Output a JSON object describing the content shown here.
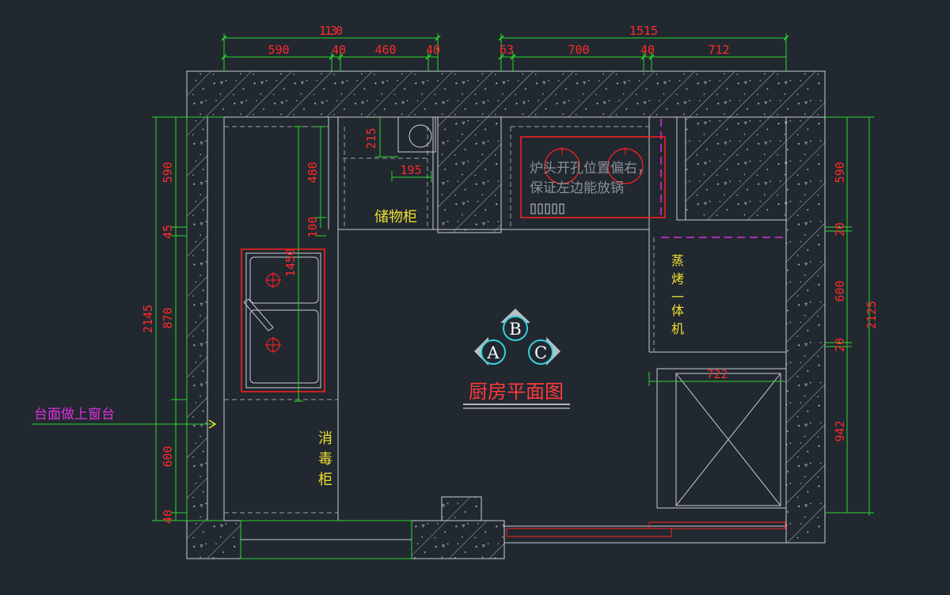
{
  "colors": {
    "background": "#212830",
    "wall_line": "#c9ccd1",
    "dim_line": "#2bd82b",
    "dim_text": "#ff2a2a",
    "label_yellow": "#f0e030",
    "label_magenta": "#e02ee0",
    "title_red": "#ff3a3a",
    "appliance_red": "#ff2020",
    "marker_cyan": "#39d0d6"
  },
  "title": "厨房平面图",
  "labels": {
    "storage_cabinet": "储物柜",
    "steam_oven": [
      "蒸",
      "烤",
      "一",
      "体",
      "机"
    ],
    "disinfection_cabinet": [
      "消",
      "毒",
      "柜"
    ],
    "window_sill_note": "台面做上窗台",
    "stove_note_line1": "炉头开孔位置偏右，",
    "stove_note_line2": "保证左边能放锅"
  },
  "markers": [
    "A",
    "B",
    "C"
  ],
  "dimensions": {
    "top_left_total": "1130",
    "top_left_parts": [
      "590",
      "40",
      "460",
      "40"
    ],
    "top_right_total": "1515",
    "top_right_parts": [
      "63",
      "700",
      "40",
      "712"
    ],
    "left_total": "2145",
    "left_parts": [
      "590",
      "45",
      "870",
      "600",
      "40"
    ],
    "right_total": "2125",
    "right_parts": [
      "590",
      "20",
      "600",
      "20",
      "942"
    ],
    "inner_480": "480",
    "inner_100": "100",
    "sink_1450": "1450",
    "pipe_215": "215",
    "pipe_195": "195",
    "fridge_722": "722"
  }
}
